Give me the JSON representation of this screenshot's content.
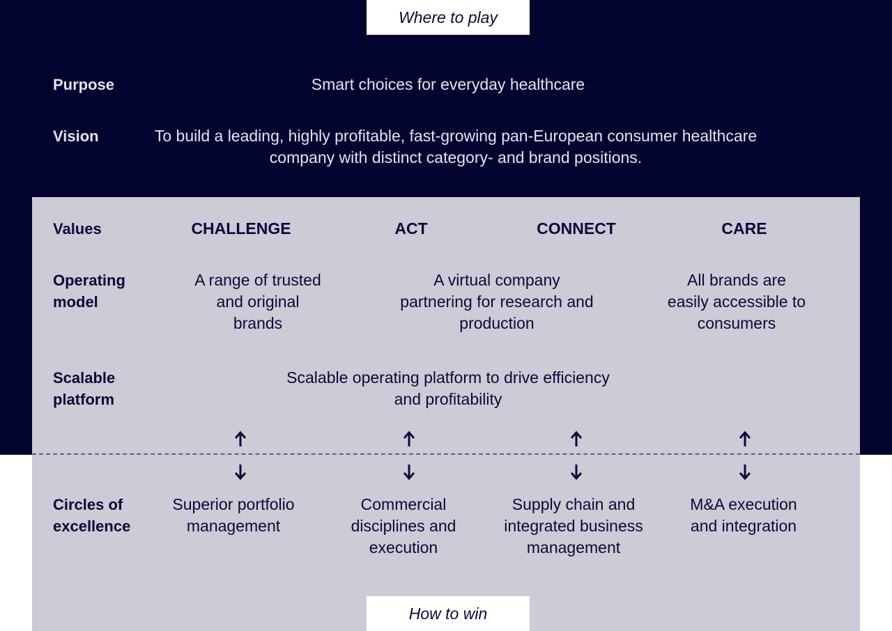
{
  "tabs": {
    "top": "Where to play",
    "bottom": "How to win"
  },
  "purpose": {
    "label": "Purpose",
    "text": "Smart choices for everyday healthcare"
  },
  "vision": {
    "label": "Vision",
    "lines": [
      "To build a leading, highly profitable, fast-growing pan-European consumer healthcare",
      "company with distinct category- and brand positions."
    ]
  },
  "values": {
    "label": "Values",
    "items": [
      "CHALLENGE",
      "ACT",
      "CONNECT",
      "CARE"
    ]
  },
  "operating_model": {
    "label_lines": [
      "Operating",
      "model"
    ],
    "items": [
      [
        "A range of trusted",
        "and original",
        "brands"
      ],
      [
        "A virtual company",
        "partnering for research and",
        "production"
      ],
      [
        "All brands are",
        "easily accessible to",
        "consumers"
      ]
    ]
  },
  "scalable_platform": {
    "label_lines": [
      "Scalable",
      "platform"
    ],
    "lines": [
      "Scalable operating platform to drive efficiency",
      "and profitability"
    ]
  },
  "circles": {
    "label_lines": [
      "Circles of",
      "excellence"
    ],
    "items": [
      [
        "Superior portfolio",
        "management"
      ],
      [
        "Commercial",
        "disciplines and",
        "execution"
      ],
      [
        "Supply chain and",
        "integrated business",
        "management"
      ],
      [
        "M&A execution",
        "and integration"
      ]
    ]
  },
  "arrows": {
    "up": "up-arrow-icon",
    "down": "down-arrow-icon"
  },
  "colors": {
    "navy": "#03032f",
    "panel": "#cccbd6",
    "text": "#0a0a3a",
    "light_text": "#e4e4ef"
  }
}
